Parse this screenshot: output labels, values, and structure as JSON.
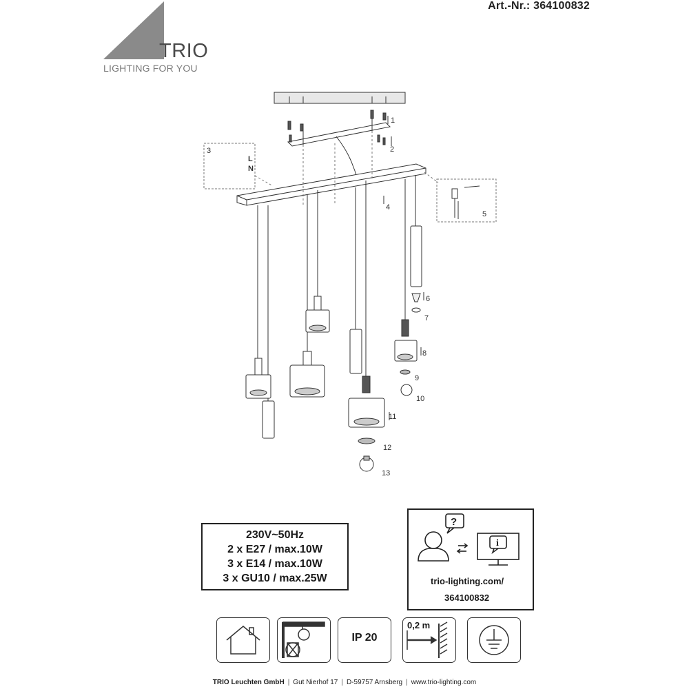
{
  "article_number": "Art.-Nr.: 364100832",
  "brand": {
    "name": "TRIO",
    "tagline": "LIGHTING FOR YOU"
  },
  "diagram": {
    "callouts": [
      "1",
      "2",
      "3",
      "4",
      "5",
      "6",
      "7",
      "8",
      "9",
      "10",
      "11",
      "12",
      "13"
    ],
    "wiring_labels": {
      "live": "L",
      "neutral": "N"
    }
  },
  "specs": {
    "lines": [
      "230V~50Hz",
      "2 x E27 / max.10W",
      "3 x E14 / max.10W",
      "3 x GU10 / max.25W"
    ]
  },
  "info": {
    "question_mark": "?",
    "info_letter": "i",
    "url_line1": "trio-lighting.com/",
    "url_line2": "364100832"
  },
  "symbols": {
    "ip_rating": "IP 20",
    "distance": "0,2 m",
    "icons": [
      "indoor-use-icon",
      "no-insulation-cover-icon",
      "ip20-icon",
      "minimum-distance-icon",
      "protective-earth-icon"
    ]
  },
  "footer": {
    "company": "TRIO Leuchten GmbH",
    "address": "Gut Nierhof 17",
    "city": "D-59757 Arnsberg",
    "website": "www.trio-lighting.com"
  },
  "colors": {
    "logo_triangle": "#8a8a8a",
    "line": "#333333"
  }
}
